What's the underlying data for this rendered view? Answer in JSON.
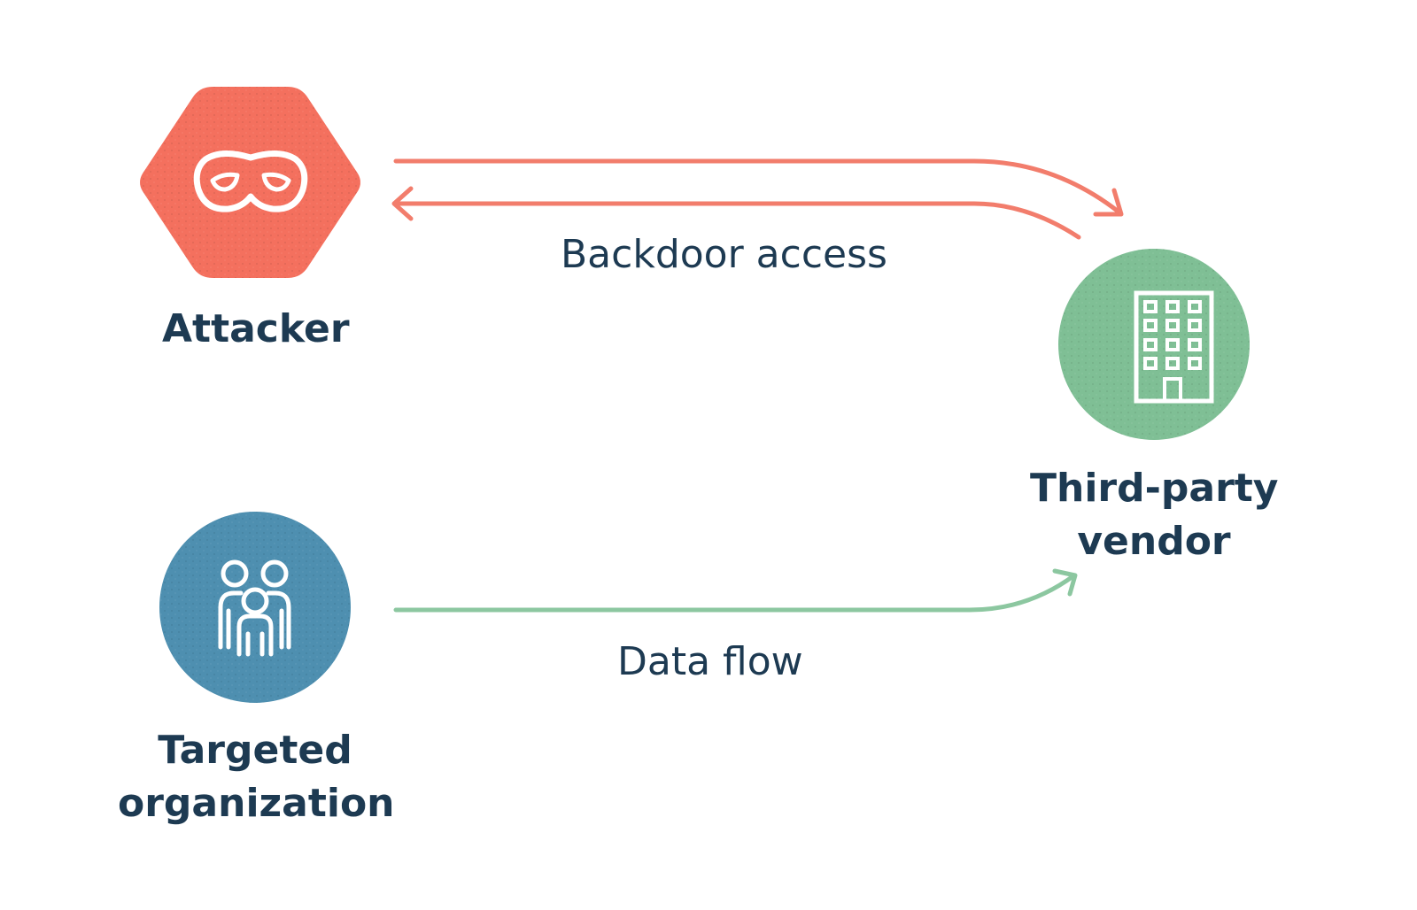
{
  "diagram": {
    "nodes": {
      "attacker": {
        "label": "Attacker",
        "icon": "mask-icon",
        "shape": "hexagon",
        "color": "#f4705e"
      },
      "vendor": {
        "label_line1": "Third-party",
        "label_line2": "vendor",
        "icon": "building-icon",
        "shape": "circle",
        "color": "#7fbf95"
      },
      "target": {
        "label_line1": "Targeted",
        "label_line2": "organization",
        "icon": "people-icon",
        "shape": "circle",
        "color": "#4e8fb0"
      }
    },
    "edges": {
      "backdoor": {
        "label": "Backdoor access",
        "from": "attacker",
        "to": "vendor",
        "bidirectional": true,
        "color": "#f27d6c"
      },
      "dataflow": {
        "label": "Data flow",
        "from": "target",
        "to": "vendor",
        "bidirectional": false,
        "color": "#8cc7a0"
      }
    },
    "text_color": "#1d3a52"
  }
}
